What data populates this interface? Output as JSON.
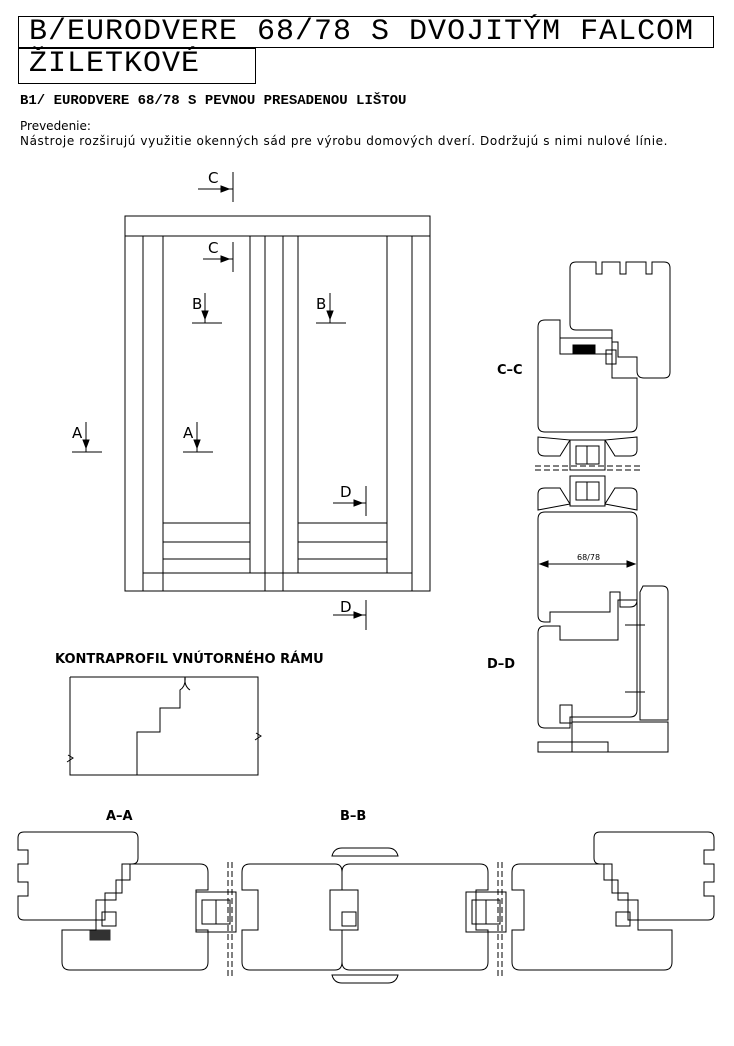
{
  "header": {
    "title_line1": "B/EURODVERE 68/78 S DVOJITÝM FALCOM",
    "title_line2": "ŽILETKOVÉ",
    "subtitle": "B1/ EURODVERE 68/78 S PEVNOU PRESADENOU LIŠTOU",
    "prevedenie_label": "Prevedenie:",
    "prevedenie_text": "Nástroje rozširujú využitie okenných sád pre výrobu domových dverí. Dodržujú s nimi nulové línie."
  },
  "elevation": {
    "section_c": "C",
    "section_b": "B",
    "section_a": "A",
    "section_d": "D"
  },
  "sections": {
    "cc": "C–C",
    "dd": "D–D",
    "aa": "A–A",
    "bb": "B–B",
    "dimension": "68/78"
  },
  "kontraprofil": {
    "label": "KONTRAPROFIL VNÚTORNÉHO RÁMU"
  }
}
